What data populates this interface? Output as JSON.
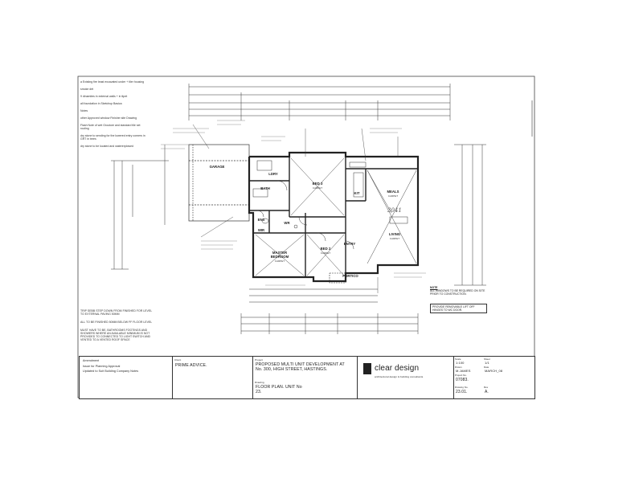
{
  "notes_left": [
    "a Existing fire least excavated under + tiler housing",
    "smoke det",
    "9 dinamites in external walls + in ttpet",
    "all foundation in Sketchup Basica",
    "Notes",
    "other Approved window Finisher site Drawing",
    "Flash Note of wet Grouture and standard tile set routing",
    "dry stone to sending for the lowered entry corners in GRT in trees",
    "dry stone to be located and watererplowed"
  ],
  "notes_low": [
    "TRIP SEBB STEP DOWN FROM FINISHED FOR LEVEL TO EXTERNAL PAVING 50MM",
    "ALL TO BE FINISHED 50MM BELOW FF FLOOR LEVEL",
    "MUST HAVE TO BE, BATHROOMS FOOTINGS AND SHOWERS WHERE AN AVAILABLE MINIMUM IS NOT PROVIDED TO CONNECTED TO LIGHT SWITCH AND VENTED TO A VENTED ROOF SPACE"
  ],
  "rooms": {
    "garage": "GARAGE",
    "bed3": "BED 3",
    "bath": "BATH",
    "kit": "KIT",
    "meals": "MEALS",
    "ens": "ENS",
    "wr": "WR",
    "master": "MASTER BEDROOM",
    "bed2": "BED 2",
    "entry": "ENTRY",
    "living": "LIVING",
    "portico": "PORTICO",
    "carpet": "CARPET",
    "ldry": "LDRY",
    "wir": "WIR",
    "handwritten": "3041"
  },
  "side_notes": {
    "note_title": "NOTE",
    "note_body": "ALL WINDOWS TO BE REQUIRED ON SITE PRIOR TO CONSTRUCTION.",
    "provide": "PROVIDE REMOVABLE LIFT OFF HINGES TO WC DOOR."
  },
  "title_block": {
    "revisions": [
      "Amendment",
      "Issue for Planning Approval",
      "Updated to Suit Building Company Notes"
    ],
    "client_label": "Client",
    "client": "PRIME ADVICE.",
    "project_label": "Project",
    "project": "PROPOSED MULTI UNIT DEVELOPMENT AT No. 300, HIGH STREET, HASTINGS.",
    "drawing_label": "Drawing",
    "drawing": "FLOOR PLAN. UNIT No 23.",
    "company": "clear design",
    "company_sub": "architectural design & building consultants",
    "scale_label": "Scale",
    "scale": "1:100",
    "sheet_label": "Sheet",
    "sheet": "1/1",
    "drawn_label": "Drawn",
    "drawn": "M.JAMES",
    "date_label": "Date",
    "date": "MARCH_08",
    "project_no_label": "Project No.",
    "project_no": "07083.",
    "drawing_no_label": "Drawing No.",
    "drawing_no": "23.01.",
    "rev_label": "Rev",
    "rev": "A."
  },
  "colors": {
    "ink": "#222222",
    "hatch": "#555555",
    "paper": "#ffffff"
  }
}
